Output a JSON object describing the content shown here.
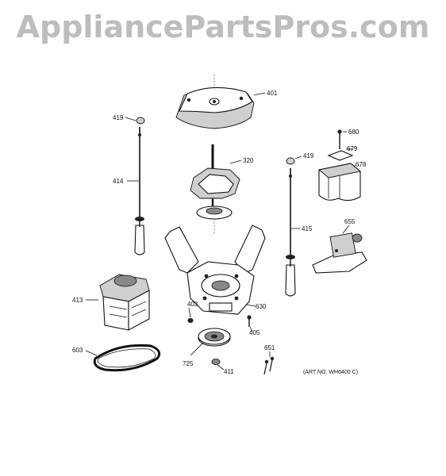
{
  "watermark": "AppliancePartsPros.com",
  "art_note": "(ART NO. WH6400 C)",
  "parts": [
    {
      "id": "p401",
      "label": "401"
    },
    {
      "id": "p419a",
      "label": "419"
    },
    {
      "id": "p414",
      "label": "414"
    },
    {
      "id": "p320",
      "label": "320"
    },
    {
      "id": "p680",
      "label": "680"
    },
    {
      "id": "p679",
      "label": "679"
    },
    {
      "id": "p678",
      "label": "678"
    },
    {
      "id": "p419b",
      "label": "419"
    },
    {
      "id": "p415",
      "label": "415"
    },
    {
      "id": "p655",
      "label": "655"
    },
    {
      "id": "p630",
      "label": "630"
    },
    {
      "id": "p413",
      "label": "413"
    },
    {
      "id": "p403",
      "label": "403"
    },
    {
      "id": "p405",
      "label": "405"
    },
    {
      "id": "p651",
      "label": "651"
    },
    {
      "id": "p603",
      "label": "603"
    },
    {
      "id": "p725",
      "label": "725"
    },
    {
      "id": "p411",
      "label": "411"
    }
  ]
}
